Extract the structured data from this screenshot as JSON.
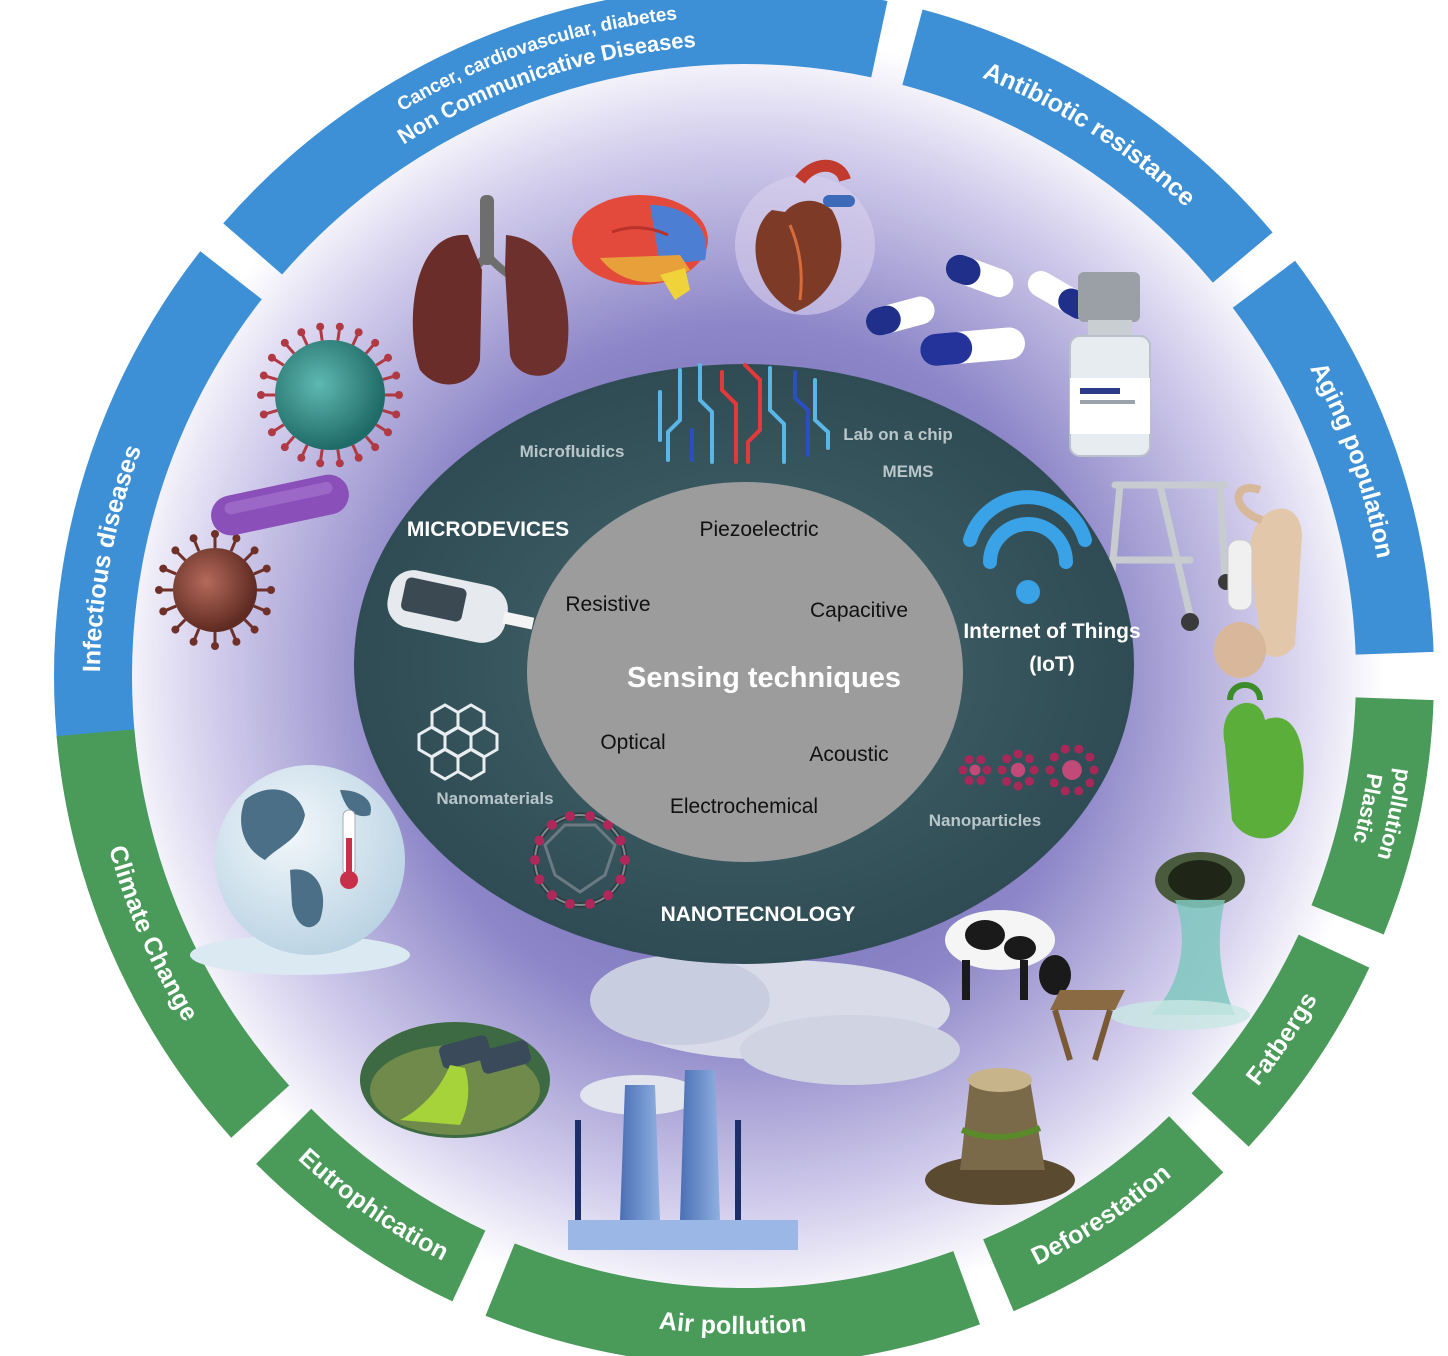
{
  "colors": {
    "health_band": "#3d8fd6",
    "environment_band": "#4a9a5a",
    "halo": "#c9c3e8",
    "inner_ring": "#3f5f68",
    "core": "#9c9c9c",
    "muted_label": "#b9c6c9"
  },
  "health_segments": [
    {
      "key": "infectious",
      "label": "Infectious diseases"
    },
    {
      "key": "ncd",
      "label": "Non Communicative Diseases",
      "sublabel": "Cancer,  cardiovascular, diabetes"
    },
    {
      "key": "antibiotic",
      "label": "Antibiotic resistance"
    },
    {
      "key": "aging",
      "label": "Aging population"
    }
  ],
  "environment_segments": [
    {
      "key": "climate",
      "label": "Climate  Change"
    },
    {
      "key": "eutrophication",
      "label": "Eutrophication"
    },
    {
      "key": "air",
      "label": "Air  pollution"
    },
    {
      "key": "deforestation",
      "label": "Deforestation"
    },
    {
      "key": "fatbergs",
      "label": "Fatbergs"
    },
    {
      "key": "plastic",
      "label": "Plastic pollution",
      "lines": [
        "Plastic",
        "pollution"
      ]
    }
  ],
  "technologies": {
    "microdevices": "MICRODEVICES",
    "nanotechnology": "NANOTECNOLOGY",
    "iot": [
      "Internet of Things",
      "(IoT)"
    ],
    "microfluidics": "Microfluidics",
    "lab_on_chip": "Lab on a chip",
    "mems": "MEMS",
    "nanomaterials": "Nanomaterials",
    "nanoparticles": "Nanoparticles"
  },
  "sensing": {
    "title": "Sensing techniques",
    "techniques": {
      "piezoelectric": "Piezoelectric",
      "resistive": "Resistive",
      "capacitive": "Capacitive",
      "optical": "Optical",
      "acoustic": "Acoustic",
      "electrochemical": "Electrochemical"
    }
  },
  "icons": {
    "lungs": "lungs-icon",
    "brain": "brain-icon",
    "heart": "heart-icon",
    "capsules": "capsule-pills-icon",
    "vial": "medicine-vial-icon",
    "walker": "walker-icon",
    "hearing_aid": "hearing-aid-icon",
    "plastic_bag": "plastic-bag-icon",
    "sewer_pipe": "sewer-pipe-icon",
    "cow": "cow-icon",
    "stump": "tree-stump-icon",
    "factory": "factory-icon",
    "outfall": "pipe-outfall-icon",
    "globe": "melting-globe-icon",
    "viruses": "virus-icon",
    "bacterium": "bacterium-icon",
    "glucometer": "glucometer-icon",
    "graphene": "graphene-icon",
    "fullerene": "fullerene-icon",
    "wifi": "wifi-icon",
    "circuit": "circuit-chip-icon",
    "nanoparticles": "nanoparticles-icon"
  }
}
